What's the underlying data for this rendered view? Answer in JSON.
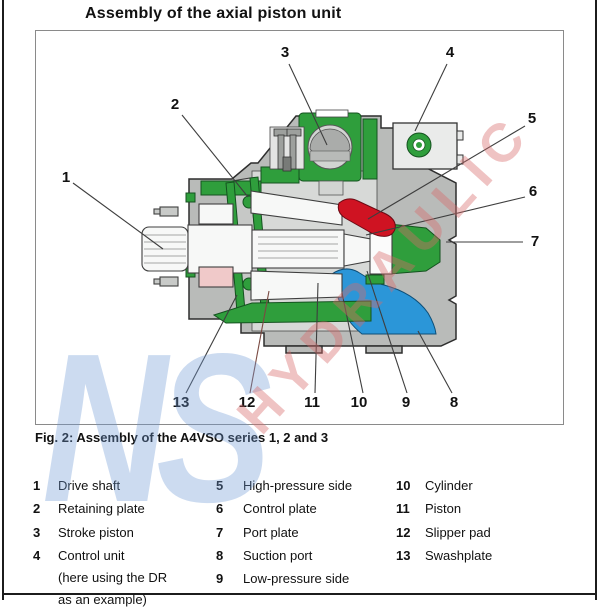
{
  "page": {
    "title": "Assembly of the axial piston unit"
  },
  "figure": {
    "caption": "Fig. 2: Assembly of the A4VSO series 1, 2 and 3",
    "callout_numbers": [
      "1",
      "2",
      "3",
      "4",
      "5",
      "6",
      "7",
      "8",
      "9",
      "10",
      "11",
      "12",
      "13"
    ],
    "colors": {
      "housing_gray": "#b9bbb9",
      "component_green": "#2f9e3c",
      "high_pressure_red": "#cf1322",
      "low_pressure_blue": "#2b96d8"
    },
    "watermark": {
      "diagonal_text": "HYDRAULIC",
      "logo_text": "NS"
    }
  },
  "legend": {
    "columns": [
      {
        "items": [
          {
            "num": "1",
            "label": "Drive shaft"
          },
          {
            "num": "2",
            "label": "Retaining plate"
          },
          {
            "num": "3",
            "label": "Stroke piston"
          },
          {
            "num": "4",
            "label": "Control unit",
            "sub1": "(here using the DR",
            "sub2": "as an example)"
          }
        ]
      },
      {
        "items": [
          {
            "num": "5",
            "label": "High-pressure side"
          },
          {
            "num": "6",
            "label": "Control plate"
          },
          {
            "num": "7",
            "label": "Port plate"
          },
          {
            "num": "8",
            "label": "Suction port"
          },
          {
            "num": "9",
            "label": "Low-pressure side"
          }
        ]
      },
      {
        "items": [
          {
            "num": "10",
            "label": "Cylinder"
          },
          {
            "num": "11",
            "label": "Piston"
          },
          {
            "num": "12",
            "label": "Slipper pad"
          },
          {
            "num": "13",
            "label": "Swashplate"
          }
        ]
      }
    ]
  }
}
